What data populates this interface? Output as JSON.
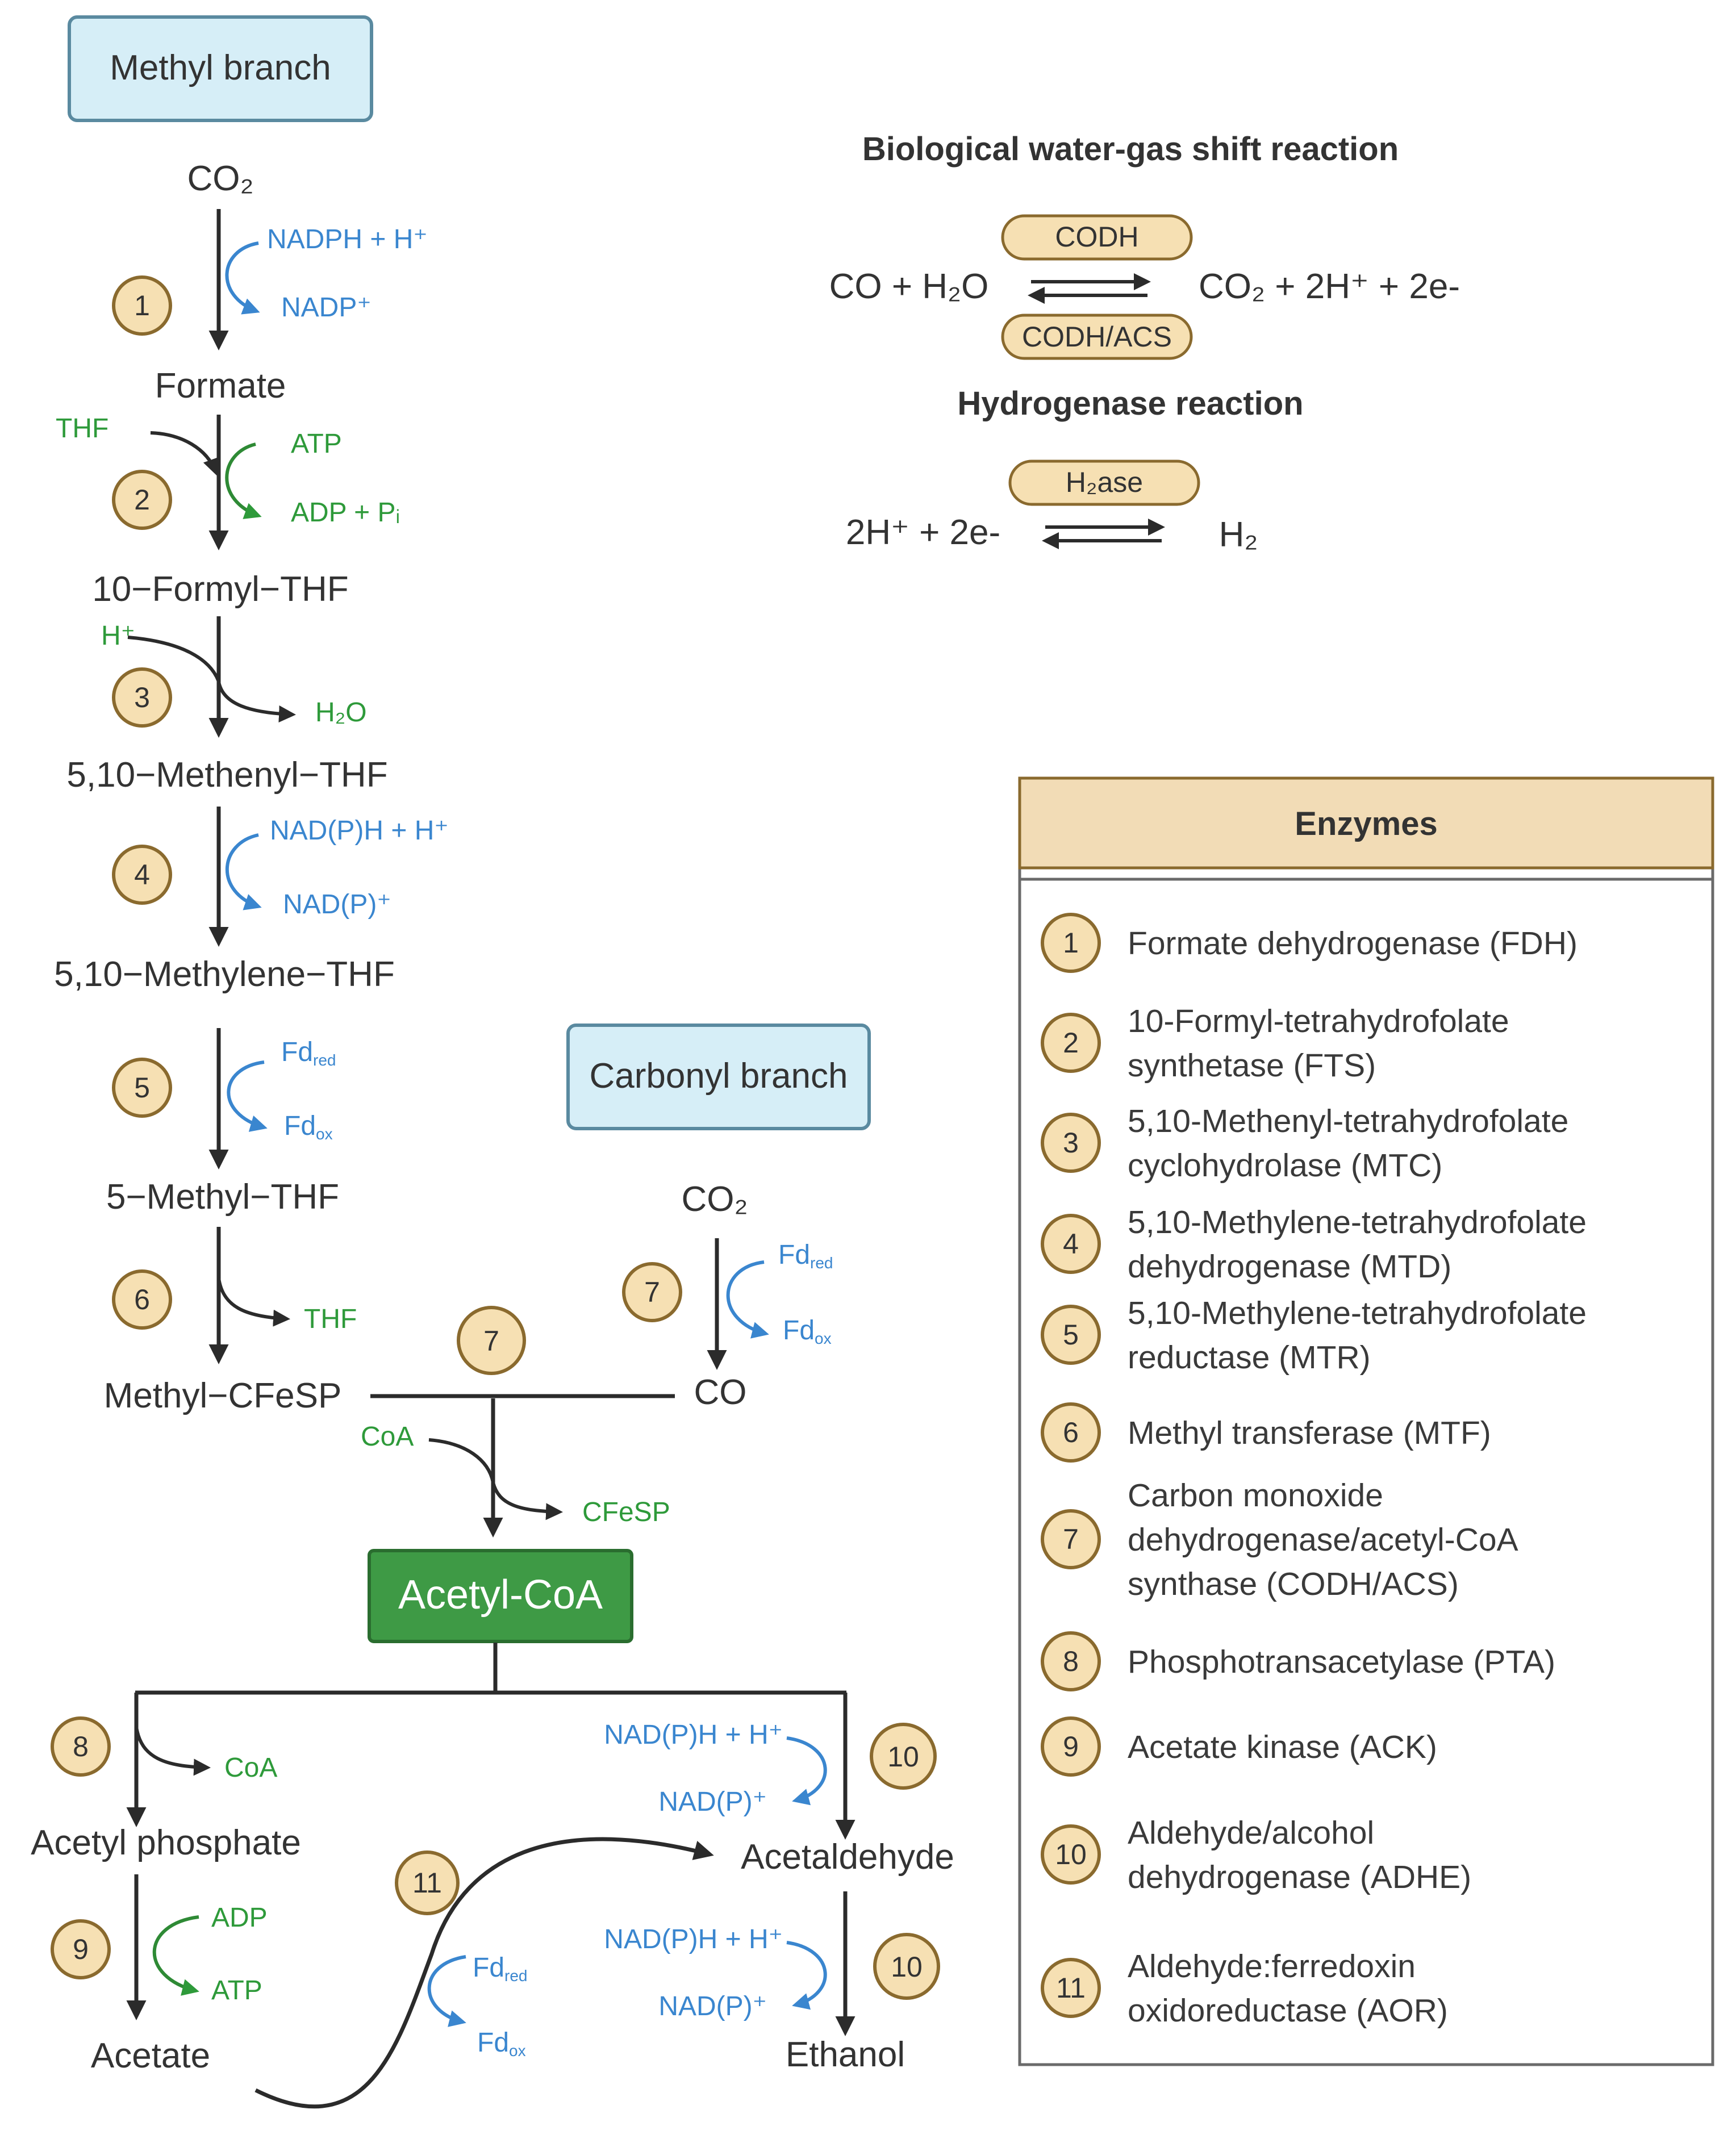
{
  "branches": {
    "methyl": "Methyl branch",
    "carbonyl": "Carbonyl branch"
  },
  "methyl_pathway": {
    "co2": "CO₂",
    "formate": "Formate",
    "formyl_thf": "10−Formyl−THF",
    "methenyl_thf": "5,10−Methenyl−THF",
    "methylene_thf": "5,10−Methylene−THF",
    "methyl_thf": "5−Methyl−THF",
    "methyl_cfesp": "Methyl−CFeSP"
  },
  "carbonyl_pathway": {
    "co2": "CO₂",
    "co": "CO"
  },
  "cofactors": {
    "nadph_h": "NADPH + H⁺",
    "nadp": "NADP⁺",
    "thf_in": "THF",
    "atp": "ATP",
    "adp_pi": "ADP + Pᵢ",
    "h_plus": "H⁺",
    "h2o": "H₂O",
    "nadph_h_p": "NAD(P)H + H⁺",
    "nadp_p": "NAD(P)⁺",
    "fd_red": "Fd",
    "fd_red_sub": "red",
    "fd_ox": "Fd",
    "fd_ox_sub": "ox",
    "thf_out": "THF",
    "coa_in": "CoA",
    "cfesp_out": "CFeSP",
    "coa_out": "CoA",
    "adp": "ADP",
    "atp2": "ATP"
  },
  "acetyl_coa": "Acetyl-CoA",
  "products": {
    "acetyl_phosphate": "Acetyl phosphate",
    "acetate": "Acetate",
    "acetaldehyde": "Acetaldehyde",
    "ethanol": "Ethanol"
  },
  "wgs": {
    "title": "Biological water-gas shift reaction",
    "left": "CO + H₂O",
    "right": "CO₂ + 2H⁺ + 2e-",
    "top_enzyme": "CODH",
    "bottom_enzyme": "CODH/ACS"
  },
  "hydrogenase": {
    "title": "Hydrogenase reaction",
    "left": "2H⁺ + 2e-",
    "right": "H₂",
    "enzyme": "H₂ase"
  },
  "enzymes_table": {
    "title": "Enzymes",
    "items": [
      {
        "num": "1",
        "lines": [
          "Formate dehydrogenase (FDH)"
        ]
      },
      {
        "num": "2",
        "lines": [
          "10-Formyl-tetrahydrofolate",
          "synthetase (FTS)"
        ]
      },
      {
        "num": "3",
        "lines": [
          "5,10-Methenyl-tetrahydrofolate",
          "cyclohydrolase (MTC)"
        ]
      },
      {
        "num": "4",
        "lines": [
          "5,10-Methylene-tetrahydrofolate",
          "dehydrogenase (MTD)"
        ]
      },
      {
        "num": "5",
        "lines": [
          "5,10-Methylene-tetrahydrofolate",
          "reductase (MTR)"
        ]
      },
      {
        "num": "6",
        "lines": [
          "Methyl transferase (MTF)"
        ]
      },
      {
        "num": "7",
        "lines": [
          "Carbon monoxide",
          "dehydrogenase/acetyl-CoA",
          "synthase  (CODH/ACS)"
        ]
      },
      {
        "num": "8",
        "lines": [
          "Phosphotransacetylase (PTA)"
        ]
      },
      {
        "num": "9",
        "lines": [
          "Acetate kinase (ACK)"
        ]
      },
      {
        "num": "10",
        "lines": [
          "Aldehyde/alcohol",
          "dehydrogenase (ADHE)"
        ]
      },
      {
        "num": "11",
        "lines": [
          "Aldehyde:ferredoxin",
          "oxidoreductase (AOR)"
        ]
      }
    ]
  },
  "step_numbers": [
    "1",
    "2",
    "3",
    "4",
    "5",
    "6",
    "7",
    "7",
    "8",
    "9",
    "10",
    "10",
    "11"
  ],
  "colors": {
    "branch_box_fill": "#d6eef7",
    "branch_box_stroke": "#5a8aa0",
    "badge_fill": "#f6e0b3",
    "badge_stroke": "#8a6a2e",
    "acetyl_fill": "#3e9a45",
    "acetyl_stroke": "#2a6d2f",
    "table_header_fill": "#f2dcb6",
    "green_text": "#2e9a3a",
    "blue_text": "#3a86cf",
    "arrow_dark": "#2b2b2b"
  }
}
